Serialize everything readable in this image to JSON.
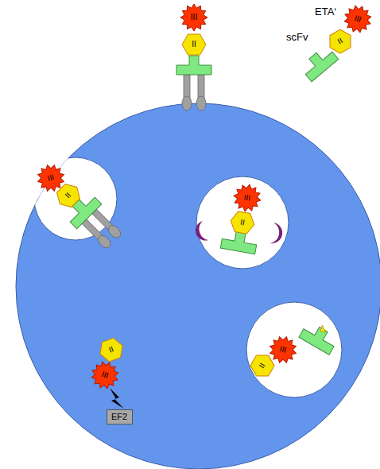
{
  "diagram": {
    "nodes": [
      {
        "text": [
          "III"
        ]
      },
      {
        "text": [
          "III"
        ]
      },
      {
        "text": [
          "II"
        ]
      },
      {
        "text": [
          "II"
        ]
      },
      {
        "text": [
          "III"
        ]
      },
      {
        "text": [
          "II"
        ]
      },
      {
        "text": [
          "III"
        ]
      },
      {
        "text": [
          "II"
        ]
      },
      {
        "text": [
          "II"
        ]
      },
      {
        "text": [
          "III"
        ]
      },
      {
        "text": [
          "II"
        ]
      },
      {
        "text": [
          "III"
        ]
      },
      {
        "text": [
          "EF2"
        ]
      }
    ],
    "labels": [
      "ETA‘",
      "scFv"
    ]
  }
}
